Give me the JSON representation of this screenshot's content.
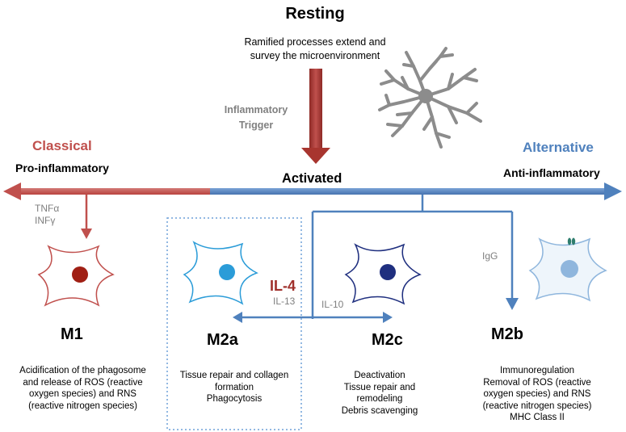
{
  "resting": {
    "title": "Resting",
    "description_line1": "Ramified processes extend and",
    "description_line2": "survey the microenvironment"
  },
  "trigger": {
    "line1": "Inflammatory",
    "line2": "Trigger"
  },
  "activated_label": "Activated",
  "classical": {
    "heading": "Classical",
    "subheading": "Pro-inflammatory",
    "cytokines": [
      "TNFα",
      "INFγ"
    ]
  },
  "alternative": {
    "heading": "Alternative",
    "subheading": "Anti-inflammatory"
  },
  "cytokines": {
    "il4": "IL-4",
    "il13": "IL-13",
    "il10": "IL-10",
    "igg": "IgG"
  },
  "phenotypes": [
    {
      "name": "M1",
      "description": [
        "Acidification of the phagosome",
        "and release of ROS (reactive",
        "oxygen species) and RNS",
        "(reactive nitrogen species)"
      ]
    },
    {
      "name": "M2a",
      "description": [
        "Tissue repair and collagen",
        "formation",
        "Phagocytosis"
      ]
    },
    {
      "name": "M2c",
      "description": [
        "Deactivation",
        "Tissue repair and",
        "remodeling",
        "Debris scavenging"
      ]
    },
    {
      "name": "M2b",
      "description": [
        "Immunoregulation",
        "Removal of ROS (reactive",
        "oxygen species) and RNS",
        "(reactive nitrogen species)",
        "MHC Class II"
      ]
    }
  ],
  "colors": {
    "classical_red": "#c0504d",
    "trigger_red": "#b03a34",
    "alternative_blue": "#4f81bd",
    "nucleus_red": "#a01f14",
    "nucleus_light_blue": "#2b9cd8",
    "nucleus_navy": "#1f2f7f",
    "resting_cell_grey": "#8c8c8c"
  },
  "icons": [
    "resting-microglia-icon",
    "m1-cell-icon",
    "m2a-cell-icon",
    "m2c-cell-icon",
    "m2b-cell-icon"
  ]
}
